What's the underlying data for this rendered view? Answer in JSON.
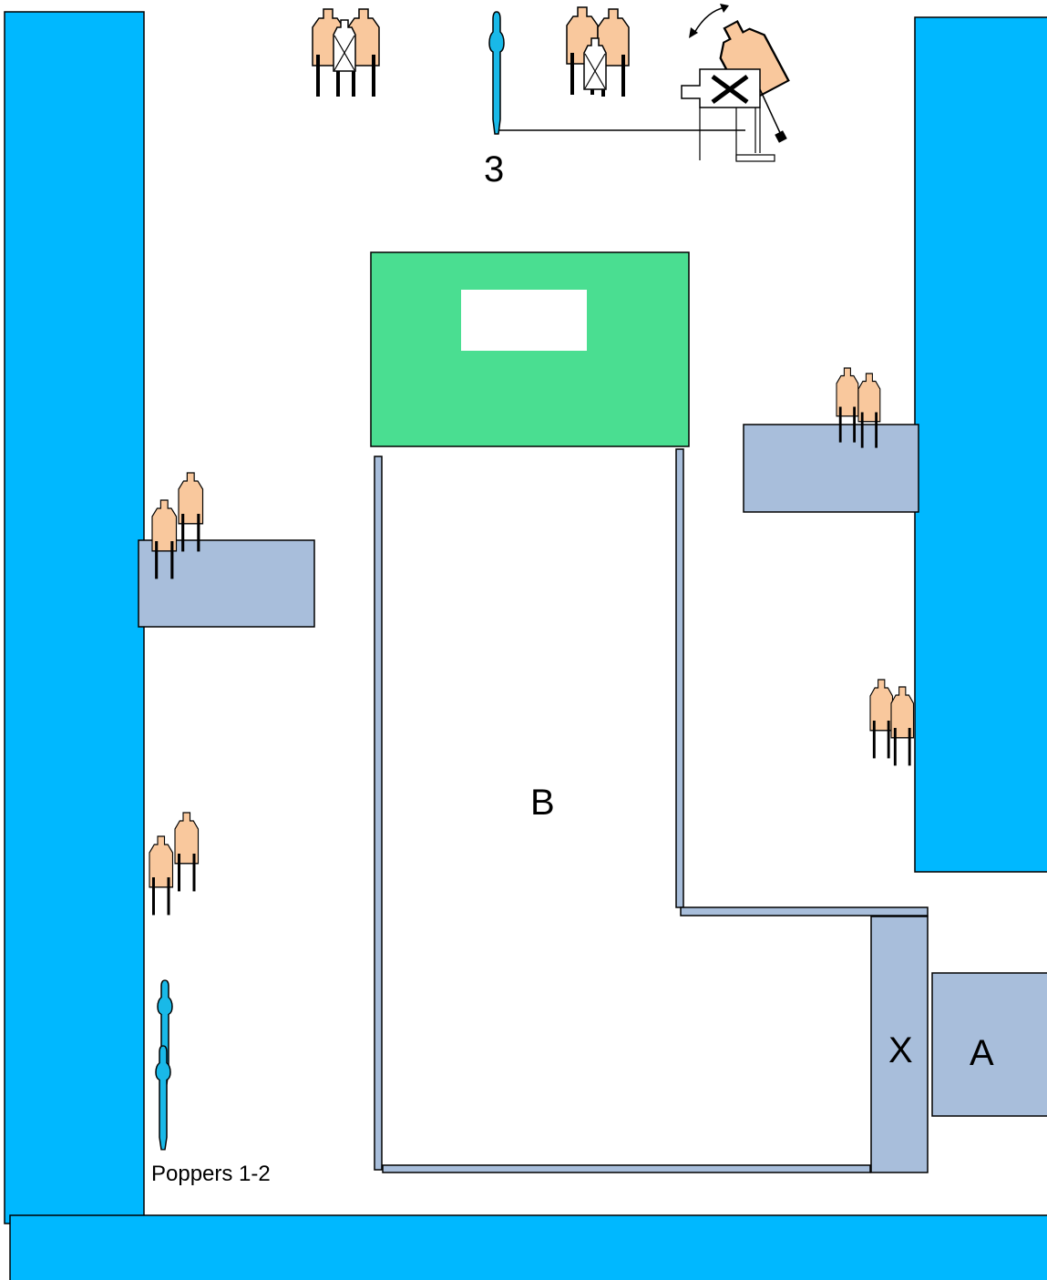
{
  "labels": {
    "popper_3": "3",
    "area_b": "B",
    "area_x": "X",
    "area_a": "A",
    "poppers_1_2": "Poppers 1-2"
  },
  "colors": {
    "berm": "#00b8ff",
    "barricade": "#a8bedb",
    "table": "#4ade91",
    "target": "#f9c89d",
    "popper": "#19b9e8",
    "outline": "#000000",
    "background": "#ffffff"
  },
  "icons": {
    "paper_target": "paper-target-icon",
    "no_shoot": "no-shoot-icon",
    "popper": "popper-icon",
    "swinger": "swinging-target-icon"
  }
}
